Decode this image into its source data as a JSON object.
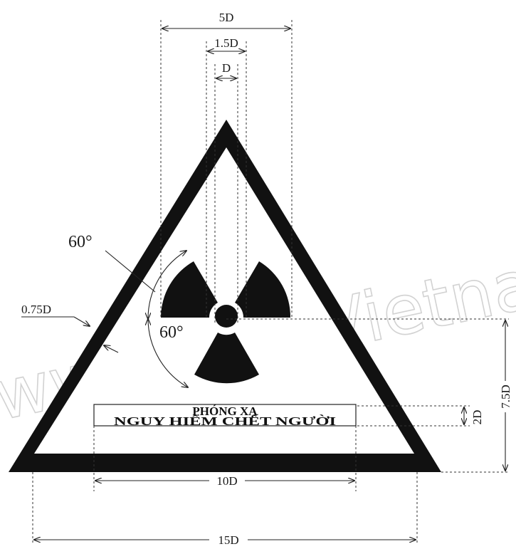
{
  "diagram": {
    "dimensions": {
      "top_width": "5D",
      "blade_width": "1.5D",
      "center_diameter": "D",
      "border_thickness": "0.75D",
      "sign_height": "7.5D",
      "label_height": "2D",
      "label_width": "10D",
      "base_width": "15D"
    },
    "angles": {
      "upper": "60°",
      "lower": "60°"
    },
    "label": {
      "line1": "PHÓNG XẠ",
      "line2": "NGUY HIỂM CHẾT NGƯỜI"
    },
    "watermark": "www.LuatVietnam.vn"
  },
  "colors": {
    "ink": "#111111",
    "watermark": "#d2d2d2"
  }
}
